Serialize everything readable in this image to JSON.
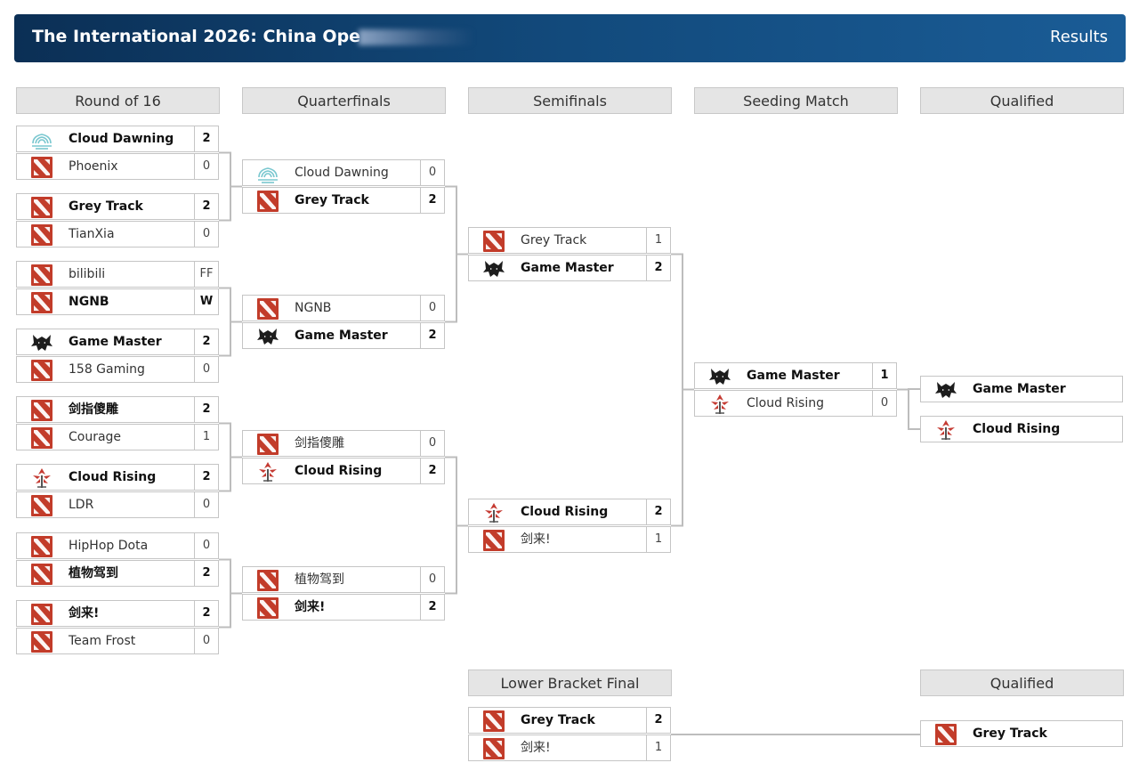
{
  "banner": {
    "title": "The International 2026: China Ope",
    "results_link": "Results"
  },
  "headers": {
    "round16": "Round of 16",
    "quarterfinals": "Quarterfinals",
    "semifinals": "Semifinals",
    "seeding": "Seeding Match",
    "qualified_upper": "Qualified",
    "lower_final": "Lower Bracket Final",
    "qualified_lower": "Qualified"
  },
  "round16": [
    {
      "t1": {
        "name": "Cloud Dawning",
        "score": "2",
        "icon": "cloud-dawning-logo",
        "win": true
      },
      "t2": {
        "name": "Phoenix",
        "score": "0",
        "icon": "dota-logo",
        "win": false
      }
    },
    {
      "t1": {
        "name": "Grey Track",
        "score": "2",
        "icon": "dota-logo",
        "win": true
      },
      "t2": {
        "name": "TianXia",
        "score": "0",
        "icon": "dota-logo",
        "win": false
      }
    },
    {
      "t1": {
        "name": "bilibili",
        "score": "FF",
        "icon": "dota-logo",
        "win": false
      },
      "t2": {
        "name": "NGNB",
        "score": "W",
        "icon": "dota-logo",
        "win": true
      }
    },
    {
      "t1": {
        "name": "Game Master",
        "score": "2",
        "icon": "wolf-logo",
        "win": true
      },
      "t2": {
        "name": "158 Gaming",
        "score": "0",
        "icon": "dota-logo",
        "win": false
      }
    },
    {
      "t1": {
        "name": "剑指傻雕",
        "score": "2",
        "icon": "dota-logo",
        "win": true
      },
      "t2": {
        "name": "Courage",
        "score": "1",
        "icon": "dota-logo",
        "win": false
      }
    },
    {
      "t1": {
        "name": "Cloud Rising",
        "score": "2",
        "icon": "cloud-rising-logo",
        "win": true
      },
      "t2": {
        "name": "LDR",
        "score": "0",
        "icon": "dota-logo",
        "win": false
      }
    },
    {
      "t1": {
        "name": "HipHop Dota",
        "score": "0",
        "icon": "dota-logo",
        "win": false
      },
      "t2": {
        "name": "植物驾到",
        "score": "2",
        "icon": "dota-logo",
        "win": true
      }
    },
    {
      "t1": {
        "name": "剑来!",
        "score": "2",
        "icon": "dota-logo",
        "win": true
      },
      "t2": {
        "name": "Team Frost",
        "score": "0",
        "icon": "dota-logo",
        "win": false
      }
    }
  ],
  "quarterfinals": [
    {
      "t1": {
        "name": "Cloud Dawning",
        "score": "0",
        "icon": "cloud-dawning-logo",
        "win": false
      },
      "t2": {
        "name": "Grey Track",
        "score": "2",
        "icon": "dota-logo",
        "win": true
      }
    },
    {
      "t1": {
        "name": "NGNB",
        "score": "0",
        "icon": "dota-logo",
        "win": false
      },
      "t2": {
        "name": "Game Master",
        "score": "2",
        "icon": "wolf-logo",
        "win": true
      }
    },
    {
      "t1": {
        "name": "剑指傻雕",
        "score": "0",
        "icon": "dota-logo",
        "win": false
      },
      "t2": {
        "name": "Cloud Rising",
        "score": "2",
        "icon": "cloud-rising-logo",
        "win": true
      }
    },
    {
      "t1": {
        "name": "植物驾到",
        "score": "0",
        "icon": "dota-logo",
        "win": false
      },
      "t2": {
        "name": "剑来!",
        "score": "2",
        "icon": "dota-logo",
        "win": true
      }
    }
  ],
  "semifinals": [
    {
      "t1": {
        "name": "Grey Track",
        "score": "1",
        "icon": "dota-logo",
        "win": false
      },
      "t2": {
        "name": "Game Master",
        "score": "2",
        "icon": "wolf-logo",
        "win": true
      }
    },
    {
      "t1": {
        "name": "Cloud Rising",
        "score": "2",
        "icon": "cloud-rising-logo",
        "win": true
      },
      "t2": {
        "name": "剑来!",
        "score": "1",
        "icon": "dota-logo",
        "win": false
      }
    }
  ],
  "seeding": [
    {
      "t1": {
        "name": "Game Master",
        "score": "1",
        "icon": "wolf-logo",
        "win": true
      },
      "t2": {
        "name": "Cloud Rising",
        "score": "0",
        "icon": "cloud-rising-logo",
        "win": false
      }
    }
  ],
  "qualified_upper": [
    {
      "name": "Game Master",
      "icon": "wolf-logo"
    },
    {
      "name": "Cloud Rising",
      "icon": "cloud-rising-logo"
    }
  ],
  "lower_final": [
    {
      "t1": {
        "name": "Grey Track",
        "score": "2",
        "icon": "dota-logo",
        "win": true
      },
      "t2": {
        "name": "剑来!",
        "score": "1",
        "icon": "dota-logo",
        "win": false
      }
    }
  ],
  "qualified_lower": [
    {
      "name": "Grey Track",
      "icon": "dota-logo"
    }
  ],
  "colors": {
    "banner_dark": "#0b2f55",
    "banner_light": "#1a5c96",
    "dota_red": "#c23c2a",
    "connector": "#bdbdbd"
  }
}
